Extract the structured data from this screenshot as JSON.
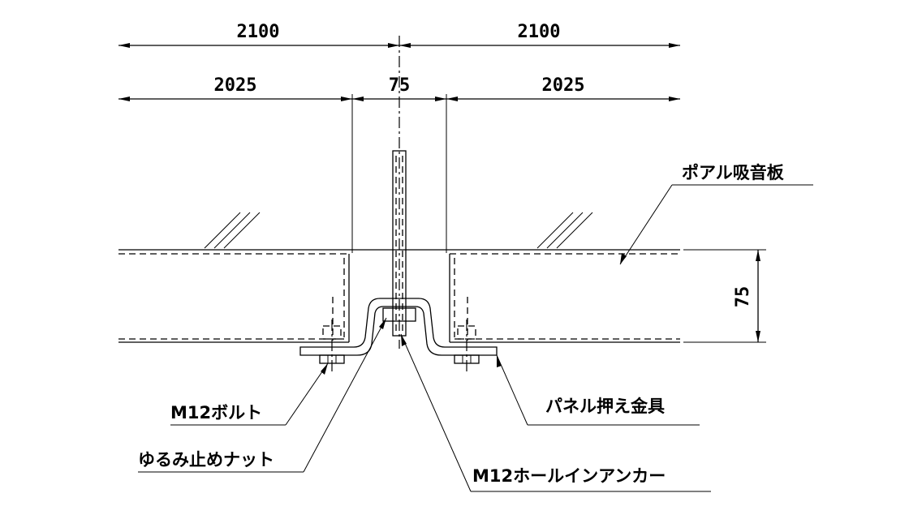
{
  "dimensions": {
    "top_left": "2100",
    "top_right": "2100",
    "mid_left": "2025",
    "mid_center": "75",
    "mid_right": "2025",
    "thickness": "75"
  },
  "labels": {
    "panel": "ポアル吸音板",
    "bolt": "M12ボルト",
    "lock_nut": "ゆるみ止めナット",
    "panel_clamp": "パネル押え金具",
    "anchor": "M12ホールインアンカー"
  }
}
